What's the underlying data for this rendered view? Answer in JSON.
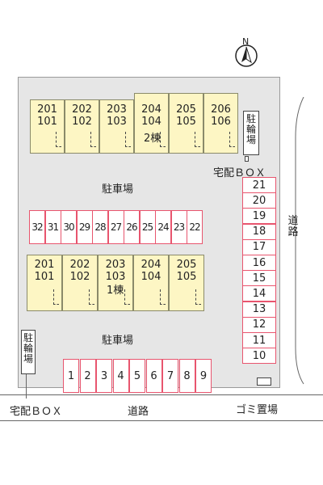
{
  "compass": {
    "label": "N",
    "icon": "north-arrow-icon"
  },
  "building2": {
    "name": "2棟",
    "units": [
      {
        "upper": "201",
        "lower": "101"
      },
      {
        "upper": "202",
        "lower": "102"
      },
      {
        "upper": "203",
        "lower": "103"
      },
      {
        "upper": "204",
        "lower": "104"
      },
      {
        "upper": "205",
        "lower": "105"
      },
      {
        "upper": "206",
        "lower": "106"
      }
    ]
  },
  "building1": {
    "name": "1棟",
    "units": [
      {
        "upper": "201",
        "lower": "101"
      },
      {
        "upper": "202",
        "lower": "102"
      },
      {
        "upper": "203",
        "lower": "103"
      },
      {
        "upper": "204",
        "lower": "104"
      },
      {
        "upper": "205",
        "lower": "105"
      }
    ]
  },
  "bike_parking_top": "駐輪場",
  "bike_parking_left": "駐輪場",
  "delivery_box_top": "宅配ＢＯＸ",
  "delivery_box_bottom": "宅配ＢＯＸ",
  "parking_upper": "駐車場",
  "parking_lower": "駐車場",
  "parking_row_middle": [
    "32",
    "31",
    "30",
    "29",
    "28",
    "27",
    "26",
    "25",
    "24",
    "23",
    "22"
  ],
  "parking_right_column": [
    "21",
    "20",
    "19",
    "18",
    "17",
    "16",
    "15",
    "14",
    "13",
    "12",
    "11",
    "10"
  ],
  "parking_bottom_row": [
    "1",
    "2",
    "3",
    "4",
    "5",
    "6",
    "7",
    "8",
    "9"
  ],
  "road_right": "道路",
  "road_bottom": "道路",
  "garbage": "ゴミ置場",
  "colors": {
    "unit_fill": "#fdf6c4",
    "space_border": "#e8556e",
    "lot_fill": "#e6e6e6"
  }
}
